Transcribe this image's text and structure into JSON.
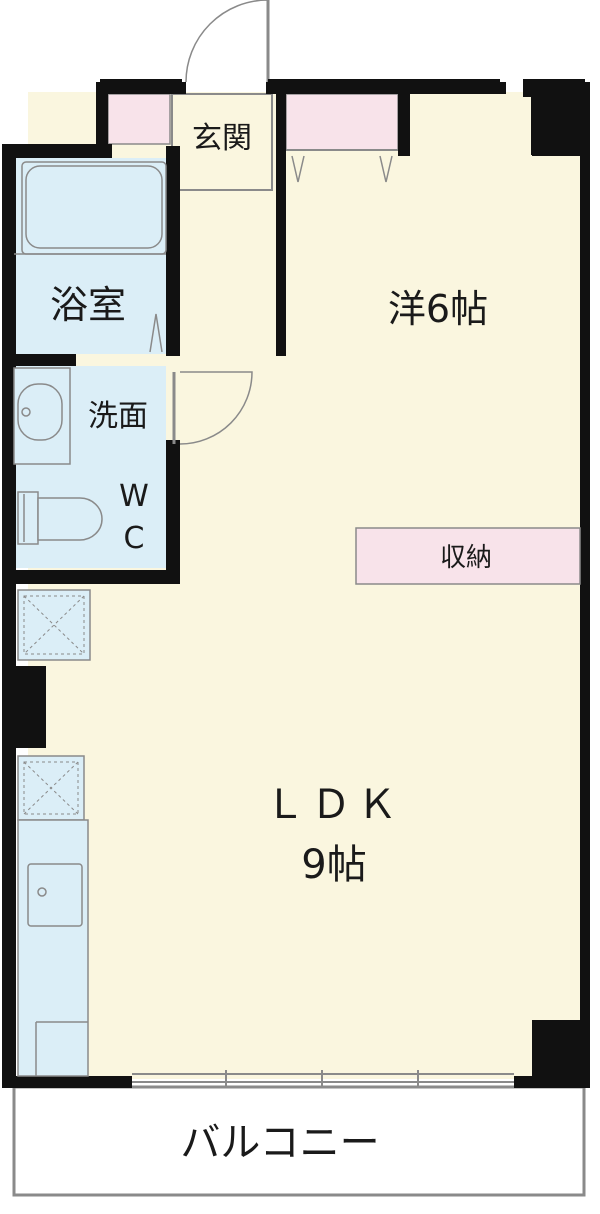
{
  "floorplan": {
    "rooms": {
      "entrance": "玄関",
      "western_room": "洋6帖",
      "bathroom": "浴室",
      "washroom": "洗面",
      "wc_line1": "W",
      "wc_line2": "C",
      "storage": "収納",
      "ldk_line1": "ＬＤＫ",
      "ldk_line2": "9帖",
      "balcony": "バルコニー"
    },
    "colors": {
      "floor": "#faf6df",
      "wet_area": "#dbeef7",
      "storage_pink": "#f8e3ea",
      "wall": "#111111",
      "outline": "#8a8a8a"
    }
  }
}
